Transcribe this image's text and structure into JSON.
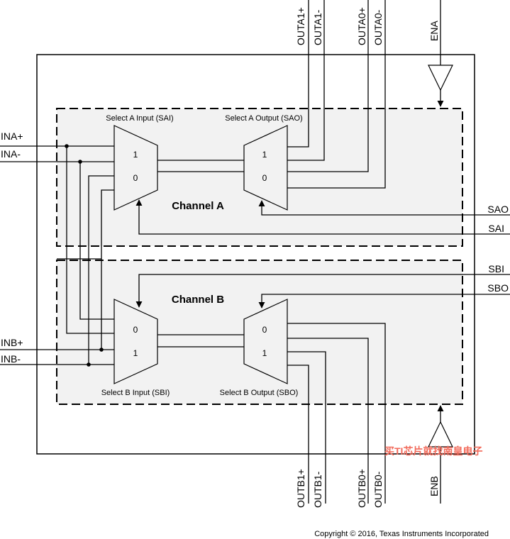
{
  "left_pins": {
    "ina_p": "INA+",
    "ina_n": "INA-",
    "inb_p": "INB+",
    "inb_n": "INB-"
  },
  "top_pins": {
    "outa1_p": "OUTA1+",
    "outa1_n": "OUTA1-",
    "outa0_p": "OUTA0+",
    "outa0_n": "OUTA0-",
    "ena": "ENA"
  },
  "bottom_pins": {
    "outb1_p": "OUTB1+",
    "outb1_n": "OUTB1-",
    "outb0_p": "OUTB0+",
    "outb0_n": "OUTB0-",
    "enb": "ENB"
  },
  "right_pins": {
    "sao": "SAO",
    "sai": "SAI",
    "sbi": "SBI",
    "sbo": "SBO"
  },
  "channel_a": {
    "title": "Channel A",
    "input_mux_label": "Select A Input (SAI)",
    "output_mux_label": "Select A Output (SAO)",
    "in_mux_port_top": "1",
    "in_mux_port_bottom": "0",
    "out_mux_port_top": "1",
    "out_mux_port_bottom": "0"
  },
  "channel_b": {
    "title": "Channel B",
    "input_mux_label": "Select B Input (SBI)",
    "output_mux_label": "Select B Output (SBO)",
    "in_mux_port_top": "0",
    "in_mux_port_bottom": "1",
    "out_mux_port_top": "0",
    "out_mux_port_bottom": "1"
  },
  "watermark": "买TI芯片就找南皇电子",
  "copyright": "Copyright © 2016, Texas Instruments Incorporated"
}
